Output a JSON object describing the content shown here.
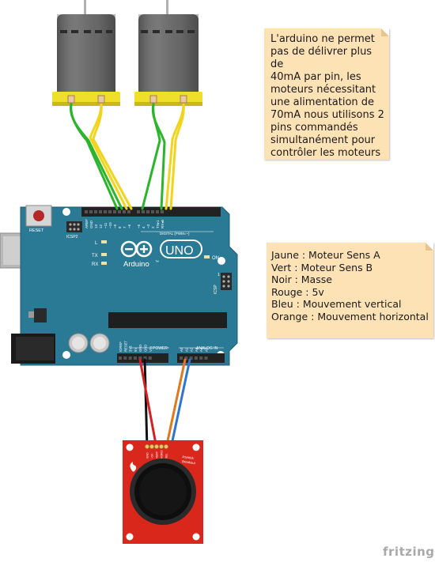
{
  "board": {
    "reset_label": "RESET",
    "icsp2_label": "ICSP2",
    "l_label": "L",
    "tx_label": "TX",
    "rx_label": "RX",
    "logo_text": "Arduino",
    "tm": "™",
    "uno_text": "UNO",
    "on_label": "ON",
    "icsp_label": "ICSP",
    "digital_label": "DIGITAL (PWM=~)",
    "aref_label": "AREF",
    "gnd_label": "GND",
    "digital_pins": [
      "13",
      "12",
      "~11",
      "~10",
      "~9",
      "8",
      "7",
      "~6",
      "~5",
      "4",
      "~3",
      "2",
      "TX▸1",
      "RX◂0"
    ],
    "power_label": "POWER",
    "power_pins": [
      "IOREF",
      "RESET",
      "3V3",
      "5V",
      "GND",
      "GND",
      "VIN"
    ],
    "analog_label": "ANALOG IN",
    "analog_pins": [
      "A0",
      "A1",
      "A2",
      "A3",
      "A4",
      "A5"
    ],
    "icsp_pin1": "1"
  },
  "joystick": {
    "pin_labels": [
      "GND",
      "+5V",
      "VERT",
      "HORIZ",
      "SEL"
    ],
    "label_right_1": "Joystick",
    "label_right_2": "Breakout"
  },
  "notes": {
    "power_note_lines": [
      "L'arduino ne permet",
      "pas de délivrer plus de",
      "40mA par pin, les",
      "moteurs nécessitant",
      "une alimentation de",
      "70mA nous utilisons 2",
      "pins commandés",
      "simultanément pour",
      "contrôler les moteurs"
    ],
    "legend": [
      {
        "label": "Jaune : Moteur Sens A"
      },
      {
        "label": "Vert : Moteur Sens B"
      },
      {
        "label": "Noir : Masse"
      },
      {
        "label": "Rouge : 5v"
      },
      {
        "label": "Bleu : Mouvement vertical"
      },
      {
        "label": "Orange : Mouvement horizontal"
      }
    ]
  },
  "wire_colors": {
    "yellow": "#f2d41c",
    "green": "#2ab52a",
    "black": "#111111",
    "red": "#d42020",
    "blue": "#2f74d0",
    "orange": "#e0781c"
  },
  "colors": {
    "board": "#2b7a95",
    "board_dark": "#1d5f76",
    "motor_body": "#6e6e6e",
    "motor_mount": "#f2e02a",
    "joystick_pcb": "#d9271c"
  },
  "watermark": "fritzing"
}
